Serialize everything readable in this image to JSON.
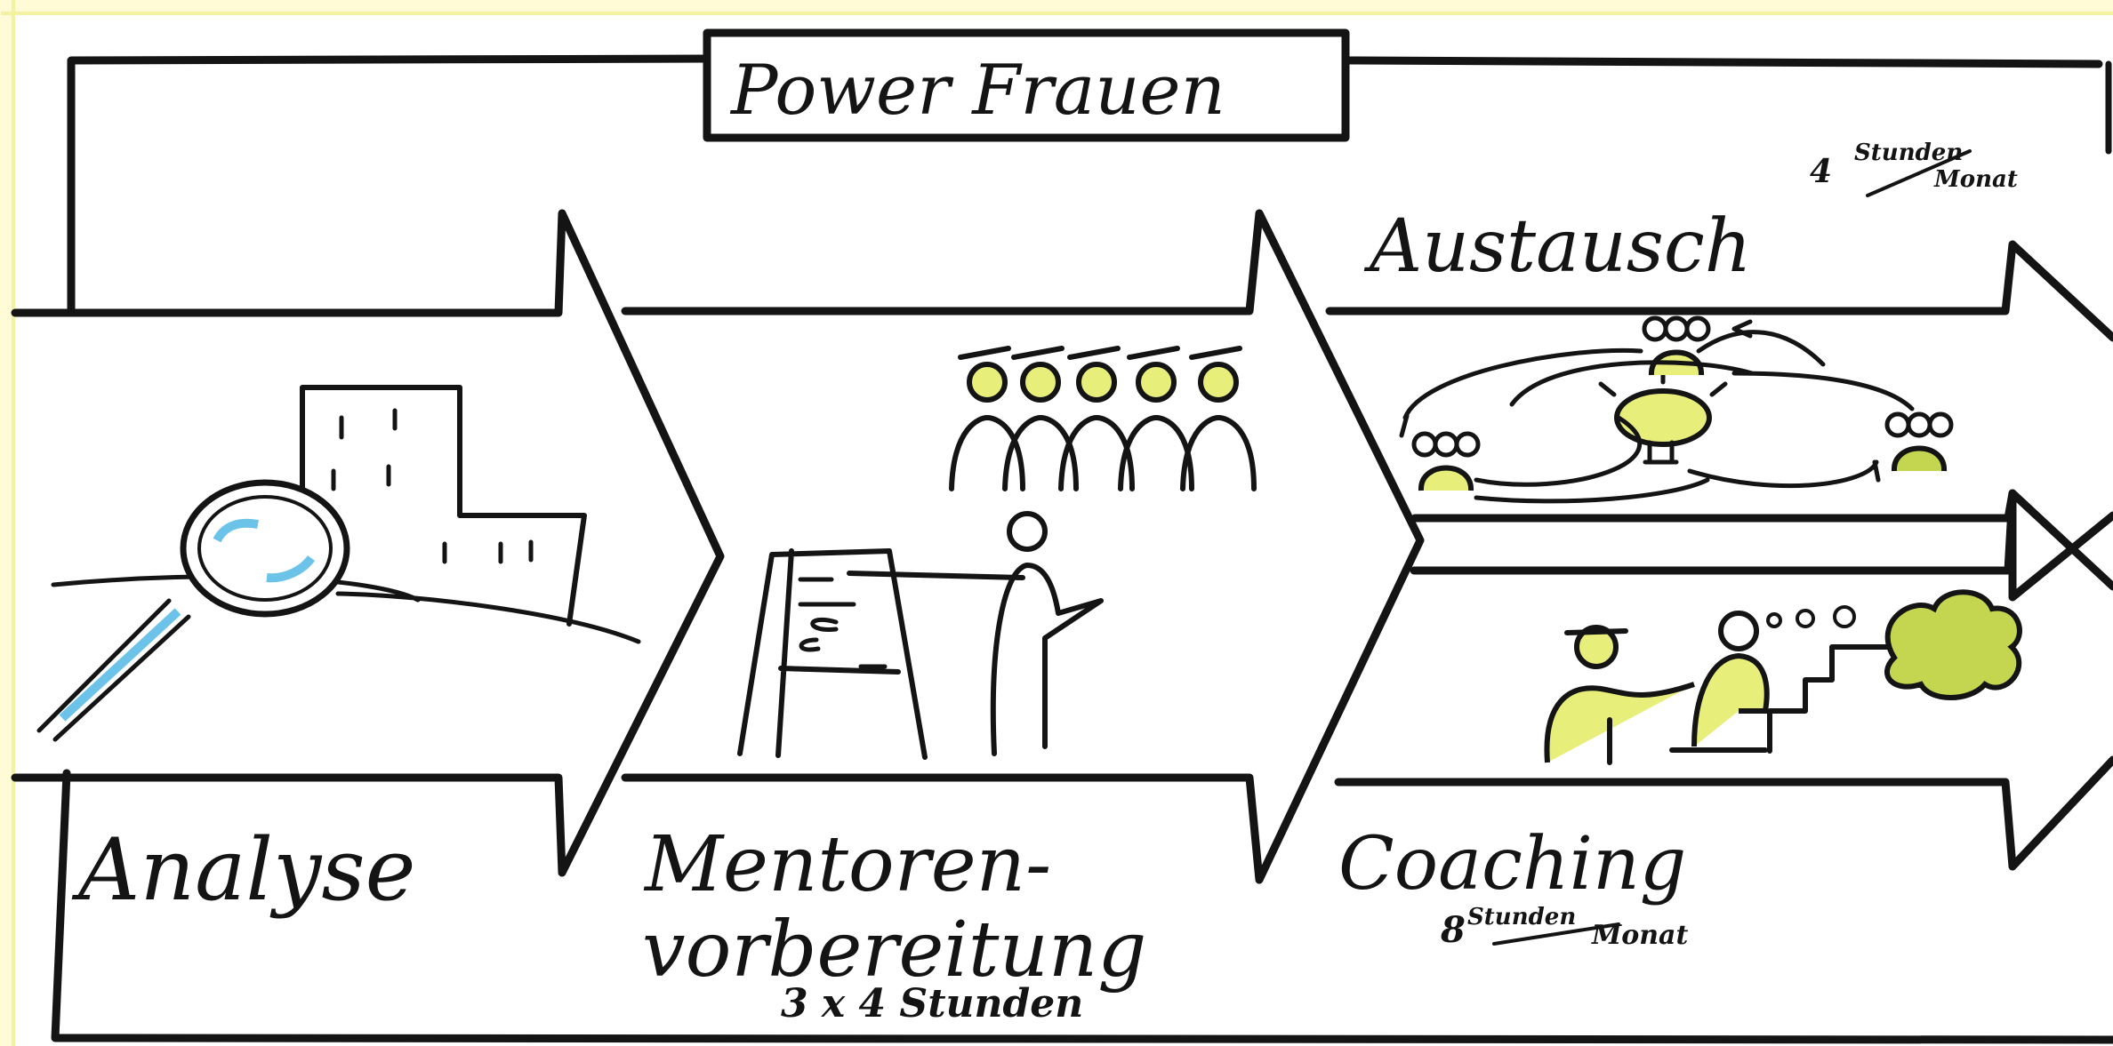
{
  "title": "Power Frauen",
  "palette": {
    "background": "#fffbd6",
    "paper": "#ffffff",
    "ink": "#141414",
    "accent_yellow": "#e8ee7a",
    "accent_blue": "#6bc3ea",
    "accent_green": "#c4d64f"
  },
  "phases": [
    {
      "label": "Analyse",
      "icons": [
        "building-icon",
        "magnifier-icon"
      ]
    },
    {
      "label_line1": "Mentoren-",
      "label_line2": "vorbereitung",
      "duration": "3 x 4 Stunden",
      "icons": [
        "graduates-group-icon",
        "presenter-icon",
        "flipchart-icon"
      ]
    },
    {
      "label": "Austausch",
      "duration_num": "4",
      "duration_unit": "Stunden",
      "duration_per": "Monat",
      "icons": [
        "lightbulb-icon",
        "group-icon"
      ]
    },
    {
      "label": "Coaching",
      "duration_num": "8",
      "duration_unit": "Stunden",
      "duration_per": "Monat",
      "icons": [
        "coach-icon",
        "coachee-icon",
        "thought-cloud-icon",
        "stairs-icon"
      ]
    }
  ]
}
